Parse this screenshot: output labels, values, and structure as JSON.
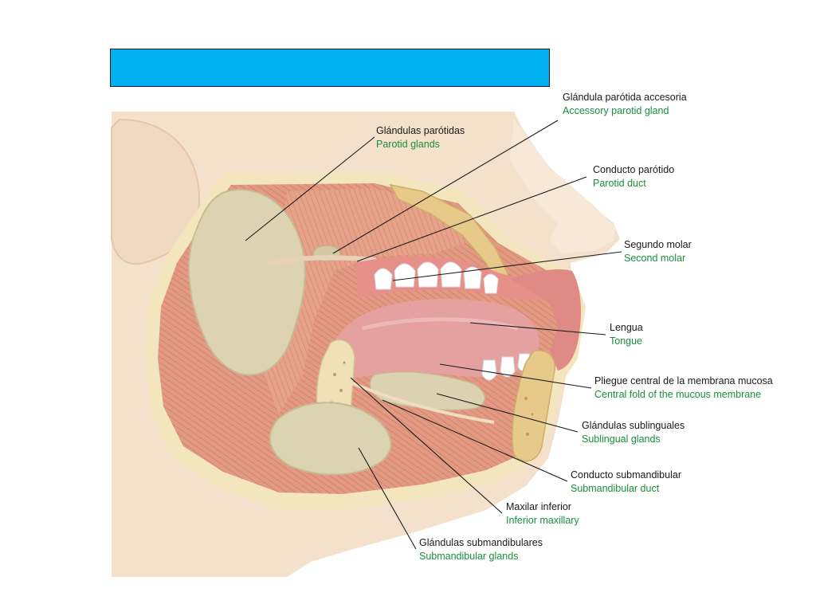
{
  "colors": {
    "title_bar": "#00b0f0",
    "english_text": "#1a8f3a",
    "spanish_text": "#1a1a1a",
    "skin": "#f2dcc4",
    "gland": "#dcd3b4",
    "muscle": "#e2927b",
    "bone": "#f0e3b8"
  },
  "labels": [
    {
      "id": "accessory-parotid",
      "es": "Glándula parótida accesoria",
      "en": "Accessory parotid gland"
    },
    {
      "id": "parotid-glands",
      "es": "Glándulas parótidas",
      "en": "Parotid glands"
    },
    {
      "id": "parotid-duct",
      "es": "Conducto parótido",
      "en": "Parotid duct"
    },
    {
      "id": "second-molar",
      "es": "Segundo molar",
      "en": "Second molar"
    },
    {
      "id": "tongue",
      "es": "Lengua",
      "en": "Tongue"
    },
    {
      "id": "central-fold",
      "es": "Pliegue central de la membrana mucosa",
      "en": "Central fold of the mucous membrane"
    },
    {
      "id": "sublingual-glands",
      "es": "Glándulas sublinguales",
      "en": "Sublingual glands"
    },
    {
      "id": "submandibular-duct",
      "es": "Conducto submandibular",
      "en": "Submandibular duct"
    },
    {
      "id": "inferior-maxillary",
      "es": "Maxilar inferior",
      "en": "Inferior maxillary"
    },
    {
      "id": "submandibular-glands",
      "es": "Glándulas submandibulares",
      "en": "Submandibular glands"
    }
  ]
}
